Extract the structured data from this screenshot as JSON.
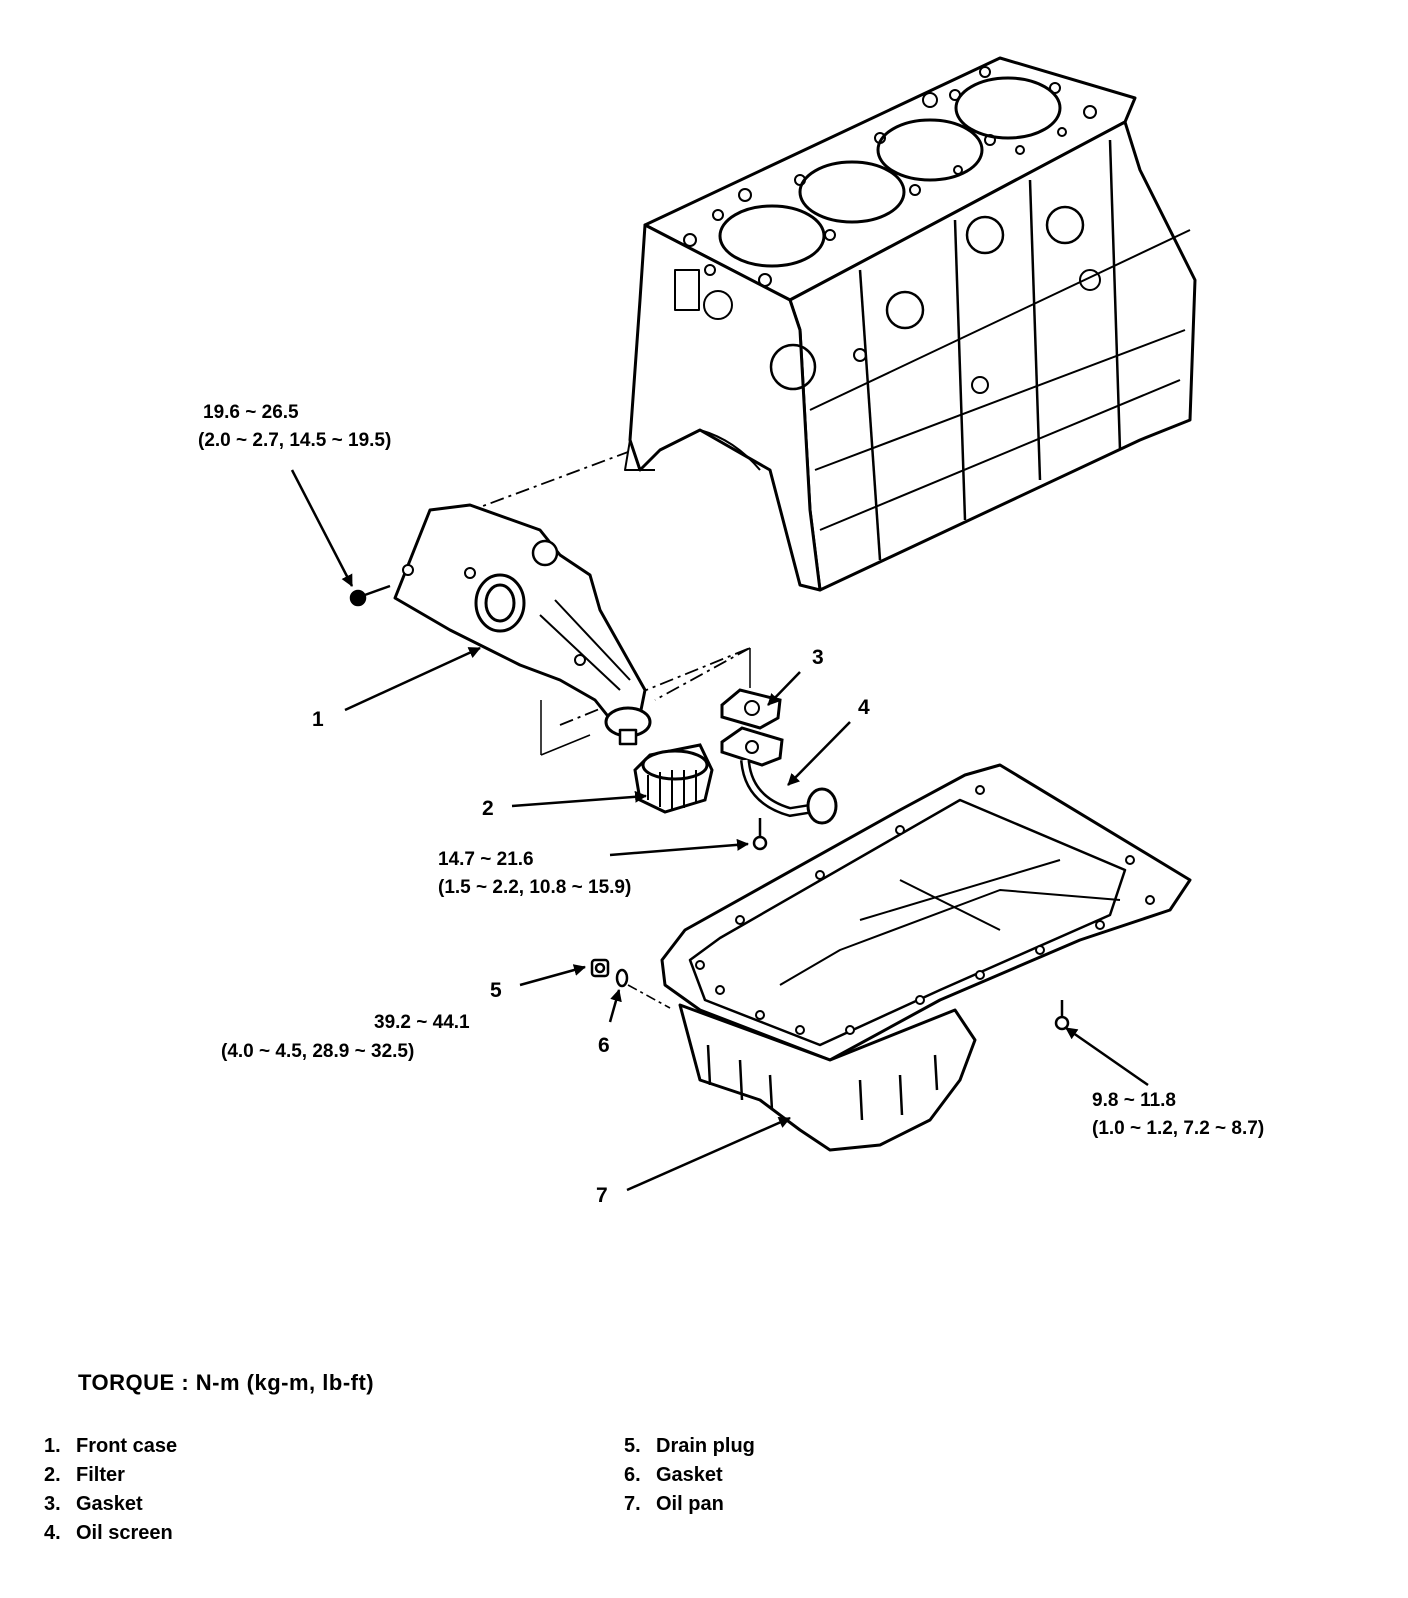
{
  "callouts": {
    "c1": "1",
    "c2": "2",
    "c3": "3",
    "c4": "4",
    "c5": "5",
    "c6": "6",
    "c7": "7"
  },
  "torques": {
    "front_case_bolt": {
      "nm": "19.6 ~ 26.5",
      "alt": "(2.0 ~ 2.7, 14.5 ~ 19.5)"
    },
    "oil_screen_bolt": {
      "nm": "14.7 ~ 21.6",
      "alt": "(1.5 ~ 2.2, 10.8 ~ 15.9)"
    },
    "drain_plug": {
      "nm": "39.2 ~ 44.1",
      "alt": "(4.0 ~ 4.5, 28.9 ~ 32.5)"
    },
    "oil_pan_bolt": {
      "nm": "9.8 ~ 11.8",
      "alt": "(1.0 ~ 1.2, 7.2 ~ 8.7)"
    }
  },
  "torque_unit": "TORQUE : N-m (kg-m, lb-ft)",
  "legend": {
    "left": [
      {
        "num": "1.",
        "label": "Front case"
      },
      {
        "num": "2.",
        "label": "Filter"
      },
      {
        "num": "3.",
        "label": "Gasket"
      },
      {
        "num": "4.",
        "label": "Oil screen"
      }
    ],
    "right": [
      {
        "num": "5.",
        "label": "Drain plug"
      },
      {
        "num": "6.",
        "label": "Gasket"
      },
      {
        "num": "7.",
        "label": "Oil pan"
      }
    ]
  }
}
